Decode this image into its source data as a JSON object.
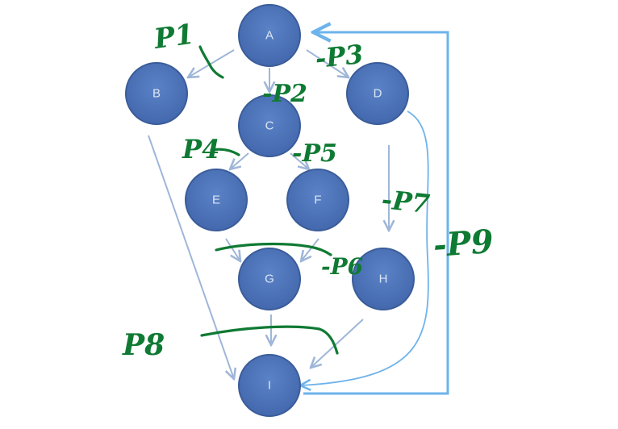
{
  "nodes": [
    {
      "id": "A",
      "label": "A"
    },
    {
      "id": "B",
      "label": "B"
    },
    {
      "id": "C",
      "label": "C"
    },
    {
      "id": "D",
      "label": "D"
    },
    {
      "id": "E",
      "label": "E"
    },
    {
      "id": "F",
      "label": "F"
    },
    {
      "id": "G",
      "label": "G"
    },
    {
      "id": "H",
      "label": "H"
    },
    {
      "id": "I",
      "label": "I"
    }
  ],
  "edges": [
    {
      "from": "A",
      "to": "B"
    },
    {
      "from": "A",
      "to": "C"
    },
    {
      "from": "A",
      "to": "D"
    },
    {
      "from": "B",
      "to": "I"
    },
    {
      "from": "C",
      "to": "E"
    },
    {
      "from": "C",
      "to": "F"
    },
    {
      "from": "D",
      "to": "H"
    },
    {
      "from": "D",
      "to": "I"
    },
    {
      "from": "E",
      "to": "G"
    },
    {
      "from": "F",
      "to": "G"
    },
    {
      "from": "G",
      "to": "I"
    },
    {
      "from": "H",
      "to": "I"
    },
    {
      "from": "I",
      "to": "A"
    }
  ],
  "annotations": [
    {
      "id": "p1",
      "text": "P1"
    },
    {
      "id": "p2",
      "text": "-P2"
    },
    {
      "id": "p3",
      "text": "-P3"
    },
    {
      "id": "p4",
      "text": "P4"
    },
    {
      "id": "p5",
      "text": "-P5"
    },
    {
      "id": "p6",
      "text": "-P6"
    },
    {
      "id": "p7",
      "text": "-P7"
    },
    {
      "id": "p8",
      "text": "P8"
    },
    {
      "id": "p9",
      "text": "-P9"
    }
  ],
  "colors": {
    "node_fill": "#4a72b8",
    "node_stroke": "#3a5c99",
    "edge": "#9fb6d8",
    "feedback_edge": "#6eb3ea",
    "ink": "#0f7a33"
  }
}
